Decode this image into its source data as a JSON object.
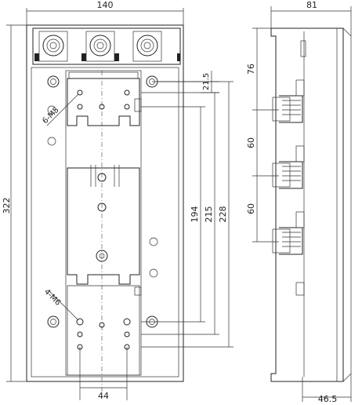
{
  "front_view": {
    "dim_width": "140",
    "dim_height": "322",
    "dim_bottom": "44",
    "dim_top_offset": "21.5",
    "dim_194": "194",
    "dim_215": "215",
    "dim_228": "228",
    "label_m5": "6-M5",
    "label_m6": "4-M6"
  },
  "side_view": {
    "dim_depth": "81",
    "dim_76": "76",
    "dim_60a": "60",
    "dim_60b": "60",
    "dim_bottom": "46.5"
  },
  "colors": {
    "line": "#222222",
    "background": "#ffffff"
  }
}
